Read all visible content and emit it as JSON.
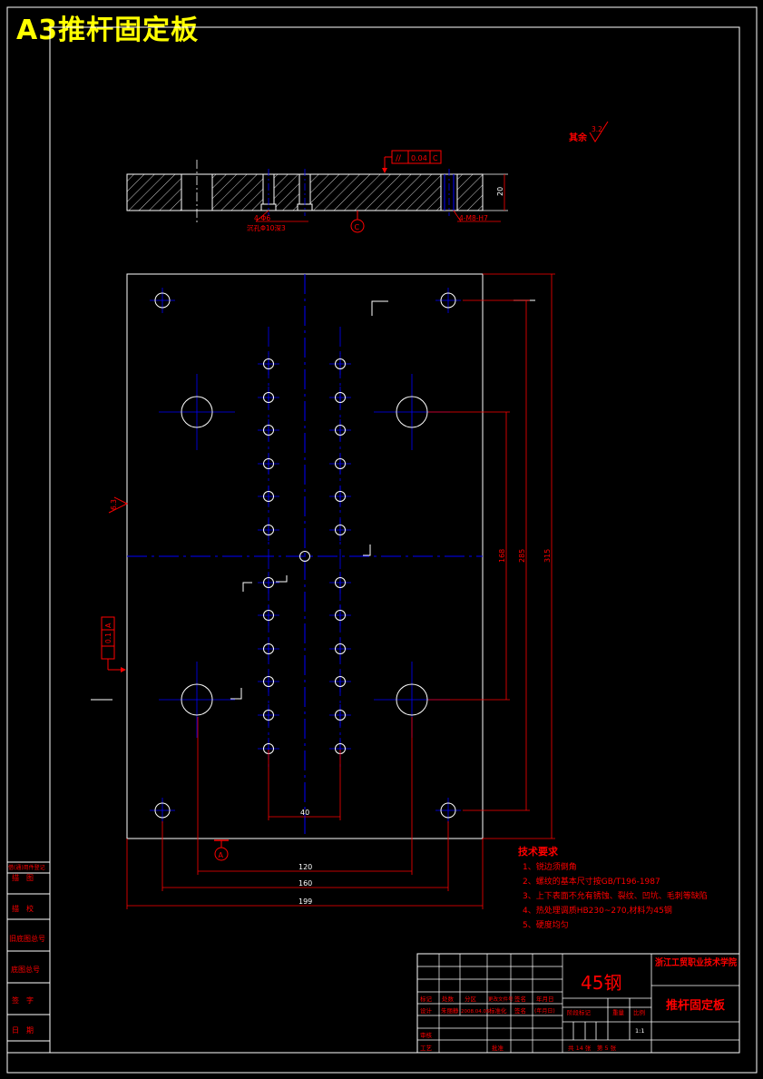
{
  "title": "A3推杆固定板",
  "roughness": {
    "remaining_label": "其余",
    "remaining_value": "3.2",
    "side_value": "6.3"
  },
  "section_view": {
    "flatness_value": "0.04",
    "flatness_datum": "C",
    "thickness_dim": "20",
    "hole_callout_1": "4-Φ6",
    "hole_callout_2": "沉孔Φ10深3",
    "thread_callout": "4-M8-H7",
    "datum_c": "C"
  },
  "plan_view": {
    "tolerance_value": "0.1",
    "tolerance_datum": "A",
    "datum_a": "A",
    "dims": {
      "v168": "168",
      "v285": "285",
      "v315": "315",
      "h40": "40",
      "h120": "120",
      "h160": "160",
      "h199": "199"
    }
  },
  "tech_requirements": {
    "heading": "技术要求",
    "items": [
      "1、锐边须倒角",
      "2、螺纹的基本尺寸按GB/T196-1987",
      "3、上下表面不允有锈蚀、裂纹、凹坑、毛刺等缺陷",
      "4、热处理调质HB230~270,材料为45钢",
      "5、硬度均匀"
    ]
  },
  "left_strip": {
    "labels": [
      "借(通)用件登记",
      "描　图",
      "描　校",
      "旧底图总号",
      "底图总号",
      "签　字",
      "日　期"
    ]
  },
  "title_block": {
    "material": "45钢",
    "school": "浙江工贸职业技术学院",
    "part_name": "推杆固定板",
    "row_labels": [
      "标记",
      "处数",
      "分区",
      "更改文件号",
      "签名",
      "年月日"
    ],
    "designer_row": [
      "设计",
      "朱丽静",
      "2008.04.06",
      "标准化",
      "签名",
      "(年月日)"
    ],
    "stage_labels": [
      "阶段标记",
      "重量",
      "比例"
    ],
    "scale": "1:1",
    "audit": "审核",
    "process": "工艺",
    "approve": "批准",
    "sheet_info": "共 14 张　第 5 张"
  }
}
